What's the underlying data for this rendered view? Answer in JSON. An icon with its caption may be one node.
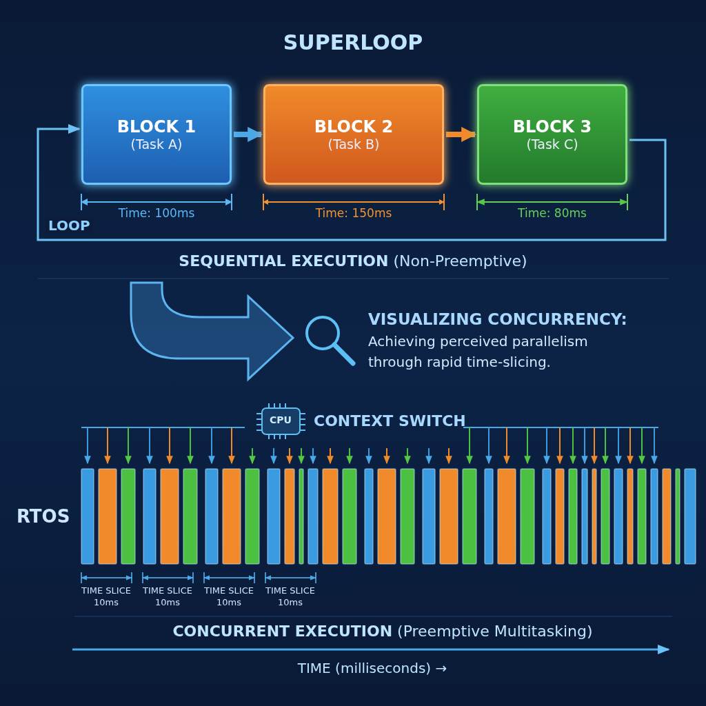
{
  "diagram": {
    "nodes": [
      {
        "text": [
          "BLOCK 1",
          "(Task A)"
        ],
        "beside": [
          "Time: 100ms"
        ]
      },
      {
        "text": [
          "BLOCK 2",
          "(Task B)"
        ],
        "beside": [
          "Time: 150ms"
        ]
      },
      {
        "text": [
          "BLOCK 3",
          "(Task C)"
        ],
        "beside": [
          "Time: 80ms"
        ]
      }
    ],
    "edges": [
      {
        "from": 0,
        "to": 1,
        "arrow": "to"
      },
      {
        "from": 1,
        "to": 2,
        "arrow": "to",
        "color": "#f08a2a"
      },
      {
        "from": 2,
        "to": 0,
        "arrow": "to",
        "label": "LOOP"
      }
    ],
    "labels": [
      "SUPERLOOP",
      "**SEQUENTIAL EXECUTION** (Non-Preemptive)",
      "VISUALIZING CONCURRENCY:",
      "Achieving perceived parallelism through rapid time-slicing.",
      "CPU",
      "CONTEXT SWITCH",
      "RTOS",
      "TIME SLICE 10ms",
      "TIME SLICE 10ms",
      "TIME SLICE 10ms",
      "TIME SLICE 10ms",
      "**CONCURRENT EXECUTION** (Preemptive Multitasking)",
      "TIME (milliseconds) →"
    ]
  }
}
